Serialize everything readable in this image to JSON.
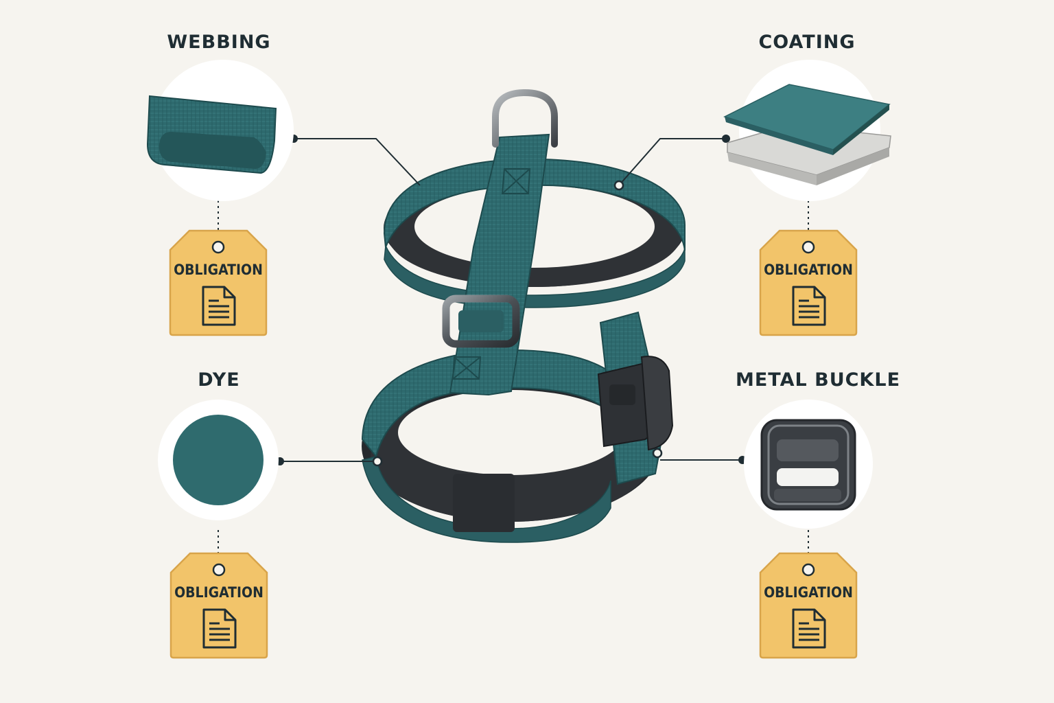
{
  "components": [
    {
      "id": "webbing",
      "title": "WEBBING",
      "tag": "OBLIGATION",
      "icon": "document-icon"
    },
    {
      "id": "coating",
      "title": "COATING",
      "tag": "OBLIGATION",
      "icon": "document-icon"
    },
    {
      "id": "dye",
      "title": "DYE",
      "tag": "OBLIGATION",
      "icon": "document-icon"
    },
    {
      "id": "metal-buckle",
      "title": "METAL BUCKLE",
      "tag": "OBLIGATION",
      "icon": "document-icon"
    }
  ],
  "colors": {
    "background": "#f6f4ef",
    "webbing_teal": "#2e6a6e",
    "lining_dark": "#2f3236",
    "tag_fill": "#f2c46a",
    "tag_stroke": "#d8a44a",
    "text": "#1f2d33"
  }
}
